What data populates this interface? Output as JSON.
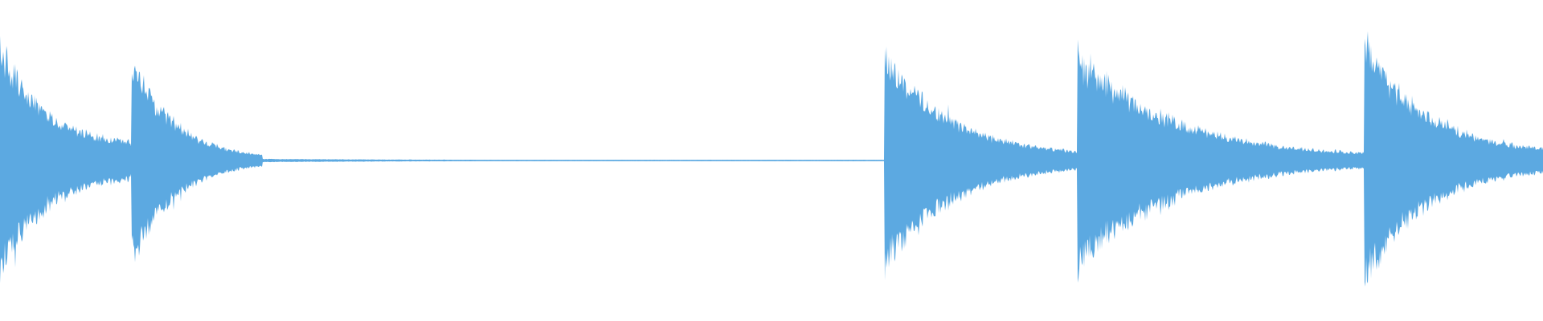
{
  "waveform": {
    "color": "#5ca9e1",
    "background": "#ffffff",
    "duration_fraction_note": "",
    "regions": [
      {
        "start": 0.0,
        "attack": 0.0,
        "peak": 0.73,
        "decay_end": 0.084,
        "floor": 0.1
      },
      {
        "start": 0.085,
        "attack": 0.085,
        "peak": 0.65,
        "decay_end": 0.17,
        "floor": 0.01
      },
      {
        "start": 0.573,
        "attack": 0.573,
        "peak": 0.7,
        "decay_end": 0.7,
        "floor": 0.03
      },
      {
        "start": 0.698,
        "attack": 0.698,
        "peak": 0.68,
        "decay_end": 0.885,
        "floor": 0.02
      },
      {
        "start": 0.884,
        "attack": 0.884,
        "peak": 0.78,
        "decay_end": 1.0,
        "floor": 0.05
      }
    ]
  }
}
